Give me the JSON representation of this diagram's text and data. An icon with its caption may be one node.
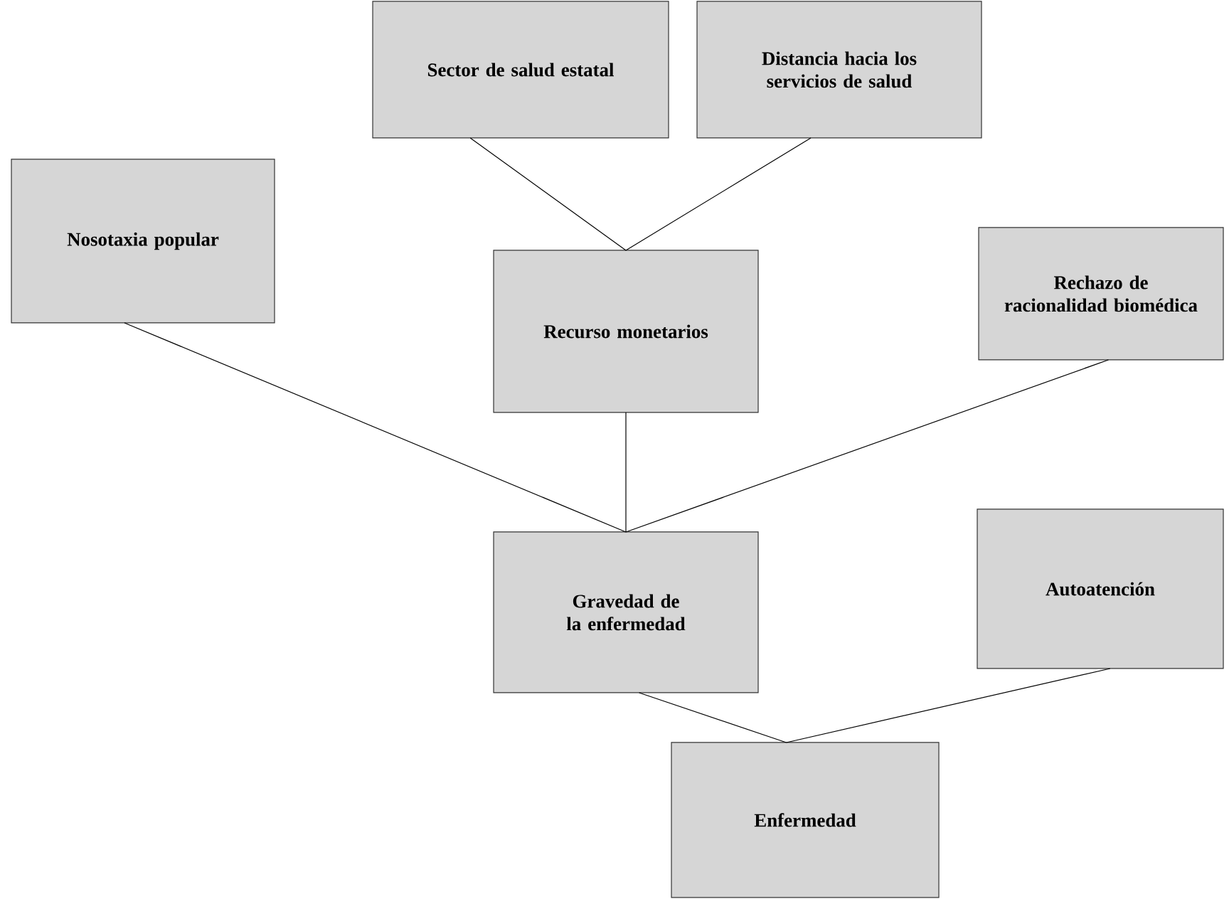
{
  "diagram": {
    "nodes": [
      {
        "text": [
          "Sector de salud estatal"
        ]
      },
      {
        "text": [
          "Distancia hacia los servicios de salud"
        ]
      },
      {
        "text": [
          "Nosotaxia popular"
        ]
      },
      {
        "text": [
          "Recurso monetarios"
        ]
      },
      {
        "text": [
          "Rechazo de racionalidad biomédica"
        ]
      },
      {
        "text": [
          "Gravedad de la enfermedad"
        ]
      },
      {
        "text": [
          "Autoatención"
        ]
      },
      {
        "text": [
          "Enfermedad"
        ]
      }
    ],
    "edges": [
      {
        "from": 0,
        "to": 3,
        "arrow": "none"
      },
      {
        "from": 1,
        "to": 3,
        "arrow": "none"
      },
      {
        "from": 2,
        "to": 5,
        "arrow": "none"
      },
      {
        "from": 3,
        "to": 5,
        "arrow": "none"
      },
      {
        "from": 4,
        "to": 5,
        "arrow": "none"
      },
      {
        "from": 5,
        "to": 7,
        "arrow": "none"
      },
      {
        "from": 6,
        "to": 7,
        "arrow": "none"
      }
    ]
  }
}
